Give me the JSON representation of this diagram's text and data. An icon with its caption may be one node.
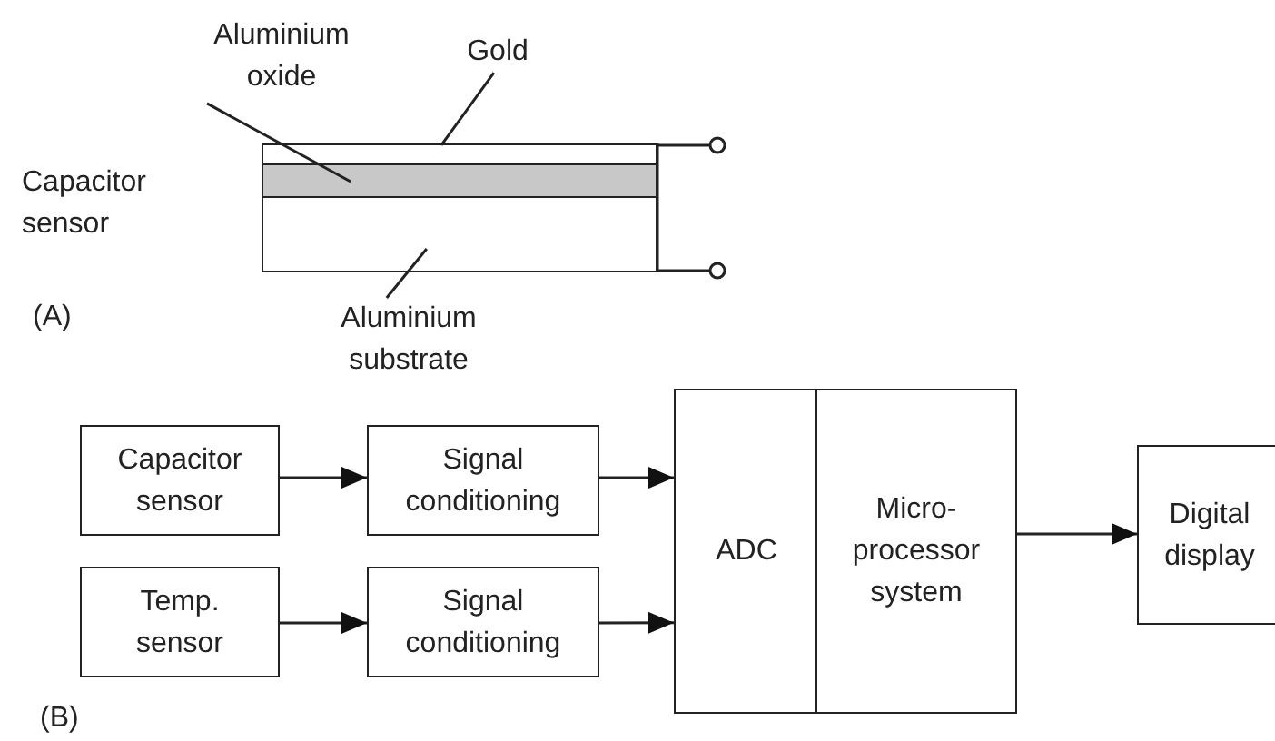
{
  "diagram": {
    "nodes": [
      {
        "text": [
          "Aluminium oxide"
        ]
      },
      {
        "text": [
          "Gold"
        ]
      },
      {
        "text": [],
        "shape": "bar"
      },
      {
        "text": [],
        "shape": "bar"
      },
      {
        "text": [],
        "shape": "bar"
      },
      {
        "text": [
          "Aluminium substrate"
        ]
      },
      {
        "text": [
          "Capacitor sensor"
        ]
      },
      {
        "text": [
          "Signal conditioning"
        ]
      },
      {
        "text": [
          "Temp. sensor"
        ]
      },
      {
        "text": [
          "Signal conditioning"
        ]
      },
      {
        "text": [
          "ADC"
        ]
      },
      {
        "text": [
          "Micro- processor system"
        ]
      },
      {
        "text": [
          "Digital display"
        ]
      }
    ],
    "edges": [
      {
        "from": 0,
        "to": 3,
        "arrow": "none"
      },
      {
        "from": 1,
        "to": 2,
        "arrow": "none"
      },
      {
        "from": 5,
        "to": 4,
        "arrow": "none"
      },
      {
        "from": 6,
        "to": 7,
        "arrow": "to"
      },
      {
        "from": 7,
        "to": 10,
        "arrow": "to"
      },
      {
        "from": 8,
        "to": 9,
        "arrow": "to"
      },
      {
        "from": 9,
        "to": 10,
        "arrow": "to"
      },
      {
        "from": 11,
        "to": 12,
        "arrow": "to"
      }
    ],
    "labels": [
      "Capacitor sensor",
      "(A)",
      "(B)"
    ]
  }
}
